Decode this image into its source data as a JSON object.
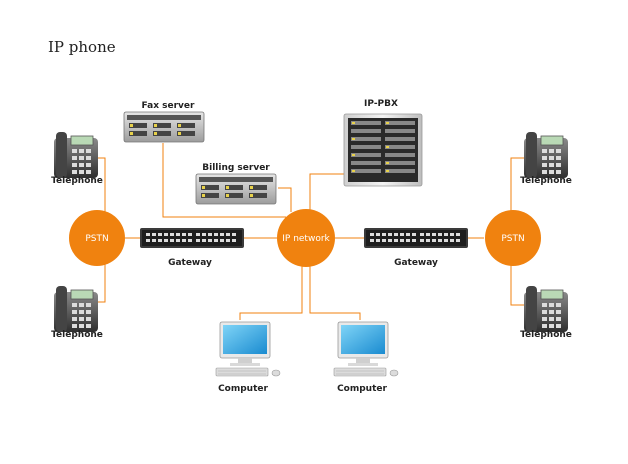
{
  "title": "IP phone",
  "nodes": {
    "pstn_left": "PSTN",
    "pstn_right": "PSTN",
    "ip_network": "IP network",
    "fax_server": "Fax server",
    "billing_server": "Billing server",
    "ip_pbx": "IP-PBX",
    "gateway_left": "Gateway",
    "gateway_right": "Gateway",
    "telephone_tl": "Telephone",
    "telephone_bl": "Telephone",
    "telephone_tr": "Telephone",
    "telephone_br": "Telephone",
    "computer_left": "Computer",
    "computer_right": "Computer"
  },
  "colors": {
    "accent": "#F0820F",
    "line": "#F0820F",
    "node_text": "#FFFFFF",
    "label_text": "#222222"
  }
}
